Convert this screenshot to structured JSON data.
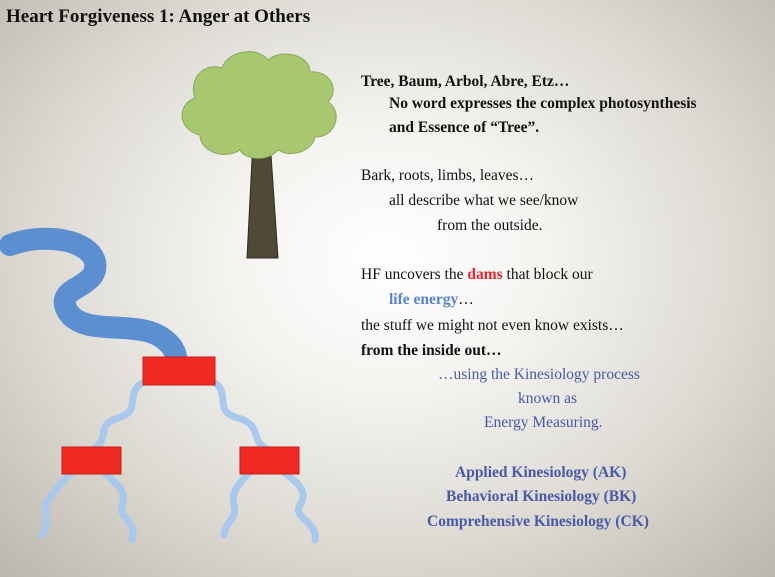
{
  "slide": {
    "title": "Heart Forgiveness 1: Anger at Others",
    "tree_block": {
      "line1": "Tree, Baum, Arbol, Abre, Etz…",
      "line2": "No word expresses the complex photosynthesis",
      "line3": "and Essence of “Tree”."
    },
    "bark_block": {
      "line1": "Bark, roots, limbs, leaves…",
      "line2": "all describe what we see/know",
      "line3": "from the outside."
    },
    "hf_block": {
      "line1_prefix": "HF uncovers the ",
      "line1_highlight": "dams",
      "line1_suffix": " that block our",
      "line2_highlight": "life energy",
      "line2_suffix": "…",
      "line3": "the stuff we might not even know exists…",
      "line4": "from the inside out…",
      "line5": "…using the Kinesiology process",
      "line6": "known as",
      "line7": "Energy Measuring."
    },
    "kinesiology_list": [
      "Applied Kinesiology (AK)",
      "Behavioral Kinesiology (BK)",
      "Comprehensive Kinesiology (CK)"
    ],
    "colors": {
      "tree_canopy": "#a8c870",
      "tree_trunk": "#4f4a36",
      "river_main": "#5b8fd0",
      "river_branch": "#a9c8ee",
      "dam": "#ee2a22",
      "highlight_red": "#e8262a",
      "highlight_blue": "#5a84c8",
      "kinesiology_blue": "#4a58a8"
    }
  }
}
